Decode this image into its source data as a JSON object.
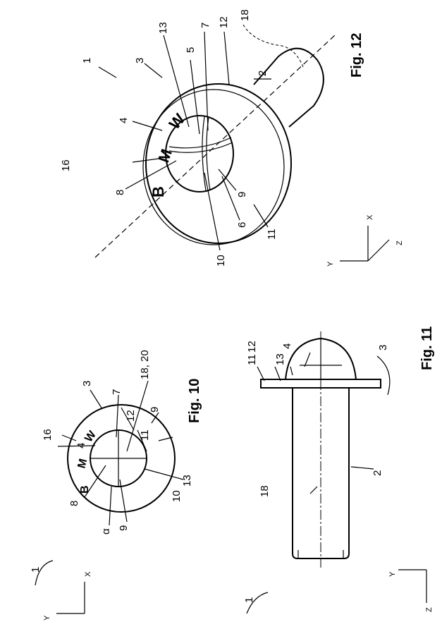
{
  "fig12": {
    "title": "Fig. 12",
    "labels": {
      "l1": "1",
      "l3": "3",
      "l13": "13",
      "l5": "5",
      "l7": "7",
      "l12": "12",
      "l18": "18",
      "l2": "2",
      "l4": "4",
      "l16": "16",
      "l8": "8",
      "l9": "9",
      "l10": "10",
      "l6": "6",
      "l11": "11"
    },
    "axes": {
      "x": "X",
      "y": "Y",
      "z": "Z"
    },
    "logo": "BMW"
  },
  "fig10": {
    "title": "Fig. 10",
    "labels": {
      "l1": "1",
      "l16": "16",
      "l3": "3",
      "l4": "4",
      "l7": "7",
      "l18_20": "18, 20",
      "l12": "12",
      "l9a": "9",
      "l11": "11",
      "l13": "13",
      "l8": "8",
      "alpha": "α",
      "l9b": "9",
      "l10": "10"
    },
    "axes": {
      "x": "X",
      "y": "Y"
    },
    "logo": "BMW"
  },
  "fig11": {
    "title": "Fig. 11",
    "labels": {
      "l12": "12",
      "l11": "11",
      "l13": "13",
      "l4": "4",
      "l3": "3",
      "l18": "18",
      "l2": "2",
      "l1": "1"
    },
    "axes": {
      "y": "Y",
      "z": "Z"
    }
  }
}
